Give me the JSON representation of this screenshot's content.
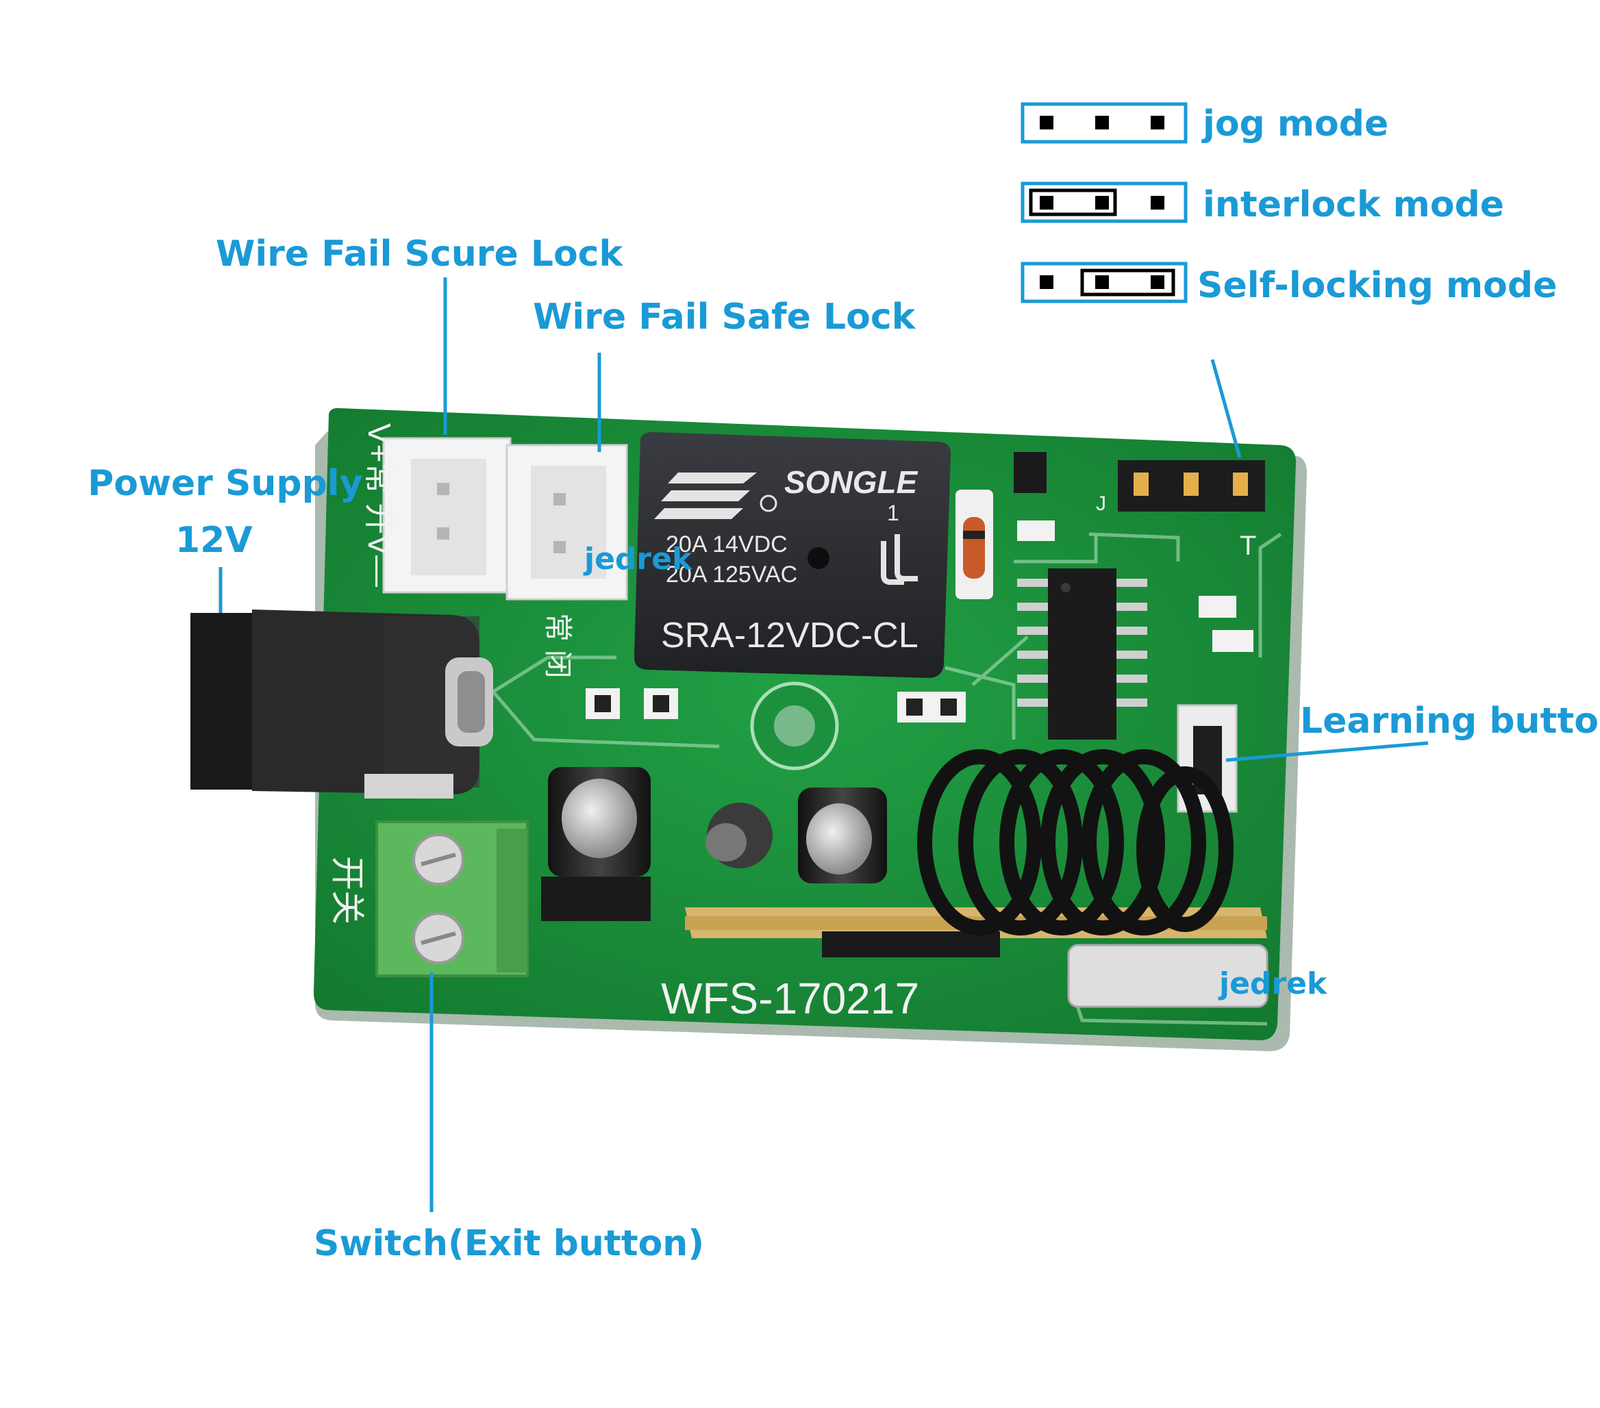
{
  "callouts": {
    "wire_fail_secure": "Wire Fail Scure Lock",
    "wire_fail_safe": "Wire Fail Safe Lock",
    "power_supply": "Power Supply",
    "power_voltage": "12V",
    "learning_button": "Learning button",
    "switch_exit": "Switch(Exit button)"
  },
  "jumper_legend": [
    {
      "label": "jog mode",
      "bridge": "none"
    },
    {
      "label": "interlock mode",
      "bridge": "pins-1-2"
    },
    {
      "label": "Self-locking mode",
      "bridge": "pins-2-3"
    }
  ],
  "board": {
    "model": "WFS-170217",
    "relay_brand": "SONGLE",
    "relay_ratings": [
      "20A  14VDC",
      "20A  125VAC"
    ],
    "relay_model": "SRA-12VDC-CL",
    "relay_pin_number": "1",
    "left_edge_text": "V+常 开V—",
    "nc_text": "常 闭",
    "switch_text": "开关",
    "jumper_letters": [
      "J",
      "T"
    ]
  },
  "watermarks": [
    "jedrek",
    "jedrek"
  ],
  "colors": {
    "callout": "#1a9ad6",
    "pcb": "#1c8a3c",
    "relay": "#2b2d31",
    "terminal": "#5cb85c"
  }
}
